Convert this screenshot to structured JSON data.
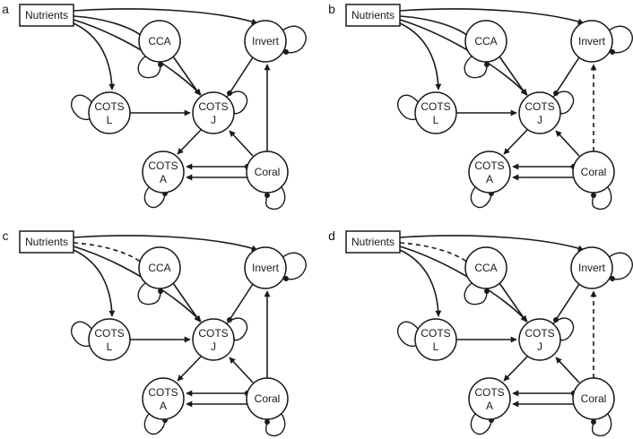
{
  "nodes": {
    "nutrients": "Nutrients",
    "cca": "CCA",
    "invert": "Invert",
    "cots_l": [
      "COTS",
      "L"
    ],
    "cots_j": [
      "COTS",
      "J"
    ],
    "cots_a": [
      "COTS",
      "A"
    ],
    "coral": "Coral"
  },
  "edge_types": {
    "solid": "positive effect (arrowhead)",
    "dot": "negative effect (filled circle)"
  },
  "panels": [
    {
      "label": "a",
      "dashed": []
    },
    {
      "label": "b",
      "dashed": [
        "coral-invert"
      ]
    },
    {
      "label": "c",
      "dashed": [
        "nutrients-cca"
      ]
    },
    {
      "label": "d",
      "dashed": [
        "nutrients-cca",
        "coral-invert"
      ]
    }
  ]
}
